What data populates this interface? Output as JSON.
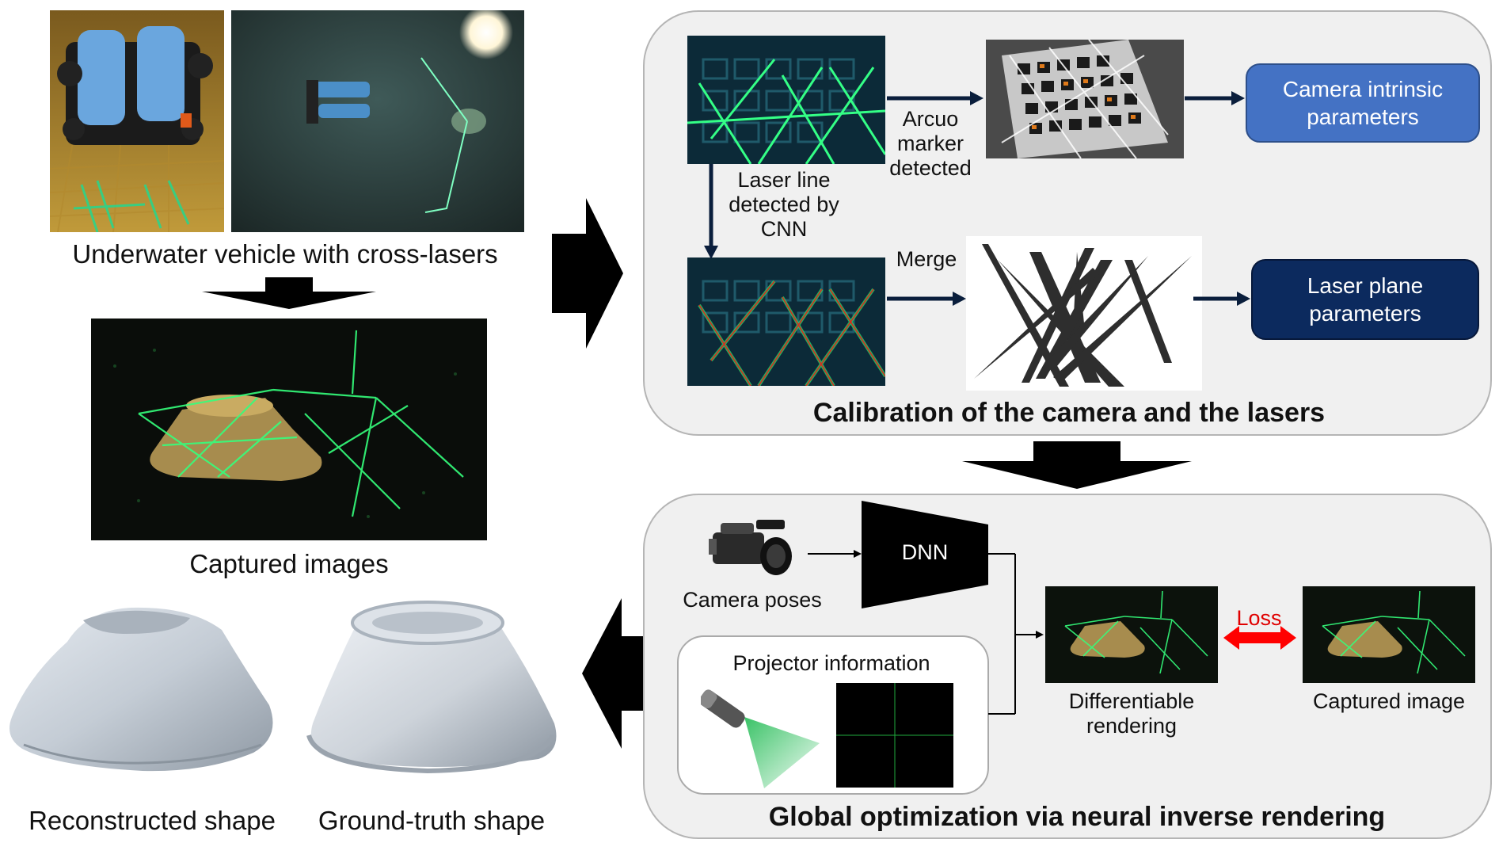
{
  "labels": {
    "vehicle": "Underwater vehicle with cross-lasers",
    "captured_images": "Captured images",
    "reconstructed": "Reconstructed shape",
    "ground_truth": "Ground-truth shape",
    "laser_detected": "Laser line\ndetected by\nCNN",
    "arcuo": "Arcuo\nmarker\ndetected",
    "merge": "Merge",
    "camera_intrinsic": "Camera intrinsic\nparameters",
    "laser_plane": "Laser plane\nparameters",
    "calibration_title": "Calibration of the camera and the lasers",
    "dnn": "DNN",
    "camera_poses": "Camera poses",
    "projector_info": "Projector information",
    "differentiable": "Differentiable\nrendering",
    "loss": "Loss",
    "captured_image": "Captured image",
    "global_title": "Global optimization via neural inverse rendering"
  },
  "colors": {
    "intrinsic_box": "#4472c4",
    "laser_plane_box": "#0c2a5e",
    "loss_arrow": "#ff0000",
    "laser_green": "#2bff7a",
    "panel_bg": "#f0f0f0"
  }
}
